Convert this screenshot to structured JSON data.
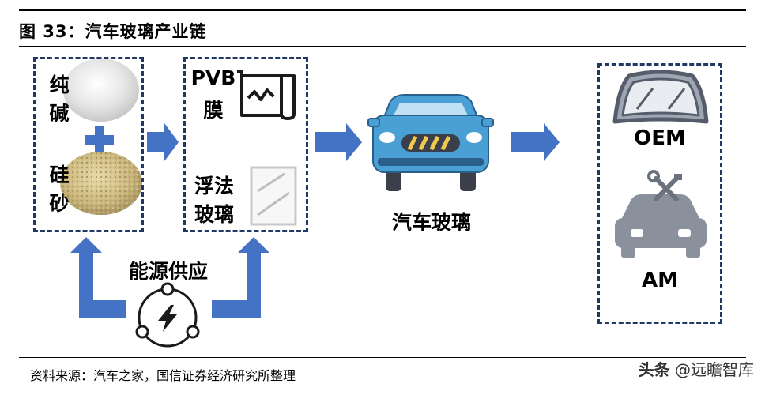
{
  "header": {
    "title": "图 33：汽车玻璃产业链"
  },
  "raw_materials": {
    "soda": "纯碱",
    "sand": "硅砂"
  },
  "intermediate": {
    "pvb_line1": "PVB",
    "pvb_line2": "膜",
    "float_line1": "浮法",
    "float_line2": "玻璃"
  },
  "product": {
    "label": "汽车玻璃"
  },
  "markets": {
    "oem": "OEM",
    "am": "AM"
  },
  "energy": {
    "label": "能源供应"
  },
  "footer": {
    "source": "资料来源：汽车之家，国信证券经济研究所整理",
    "watermark_prefix": "头条",
    "watermark_handle": "@远瞻智库"
  },
  "colors": {
    "arrow_blue": "#4472c4",
    "box_border": "#1f3864",
    "car_body": "#4a9fd5",
    "icon_gray": "#7f8590"
  }
}
